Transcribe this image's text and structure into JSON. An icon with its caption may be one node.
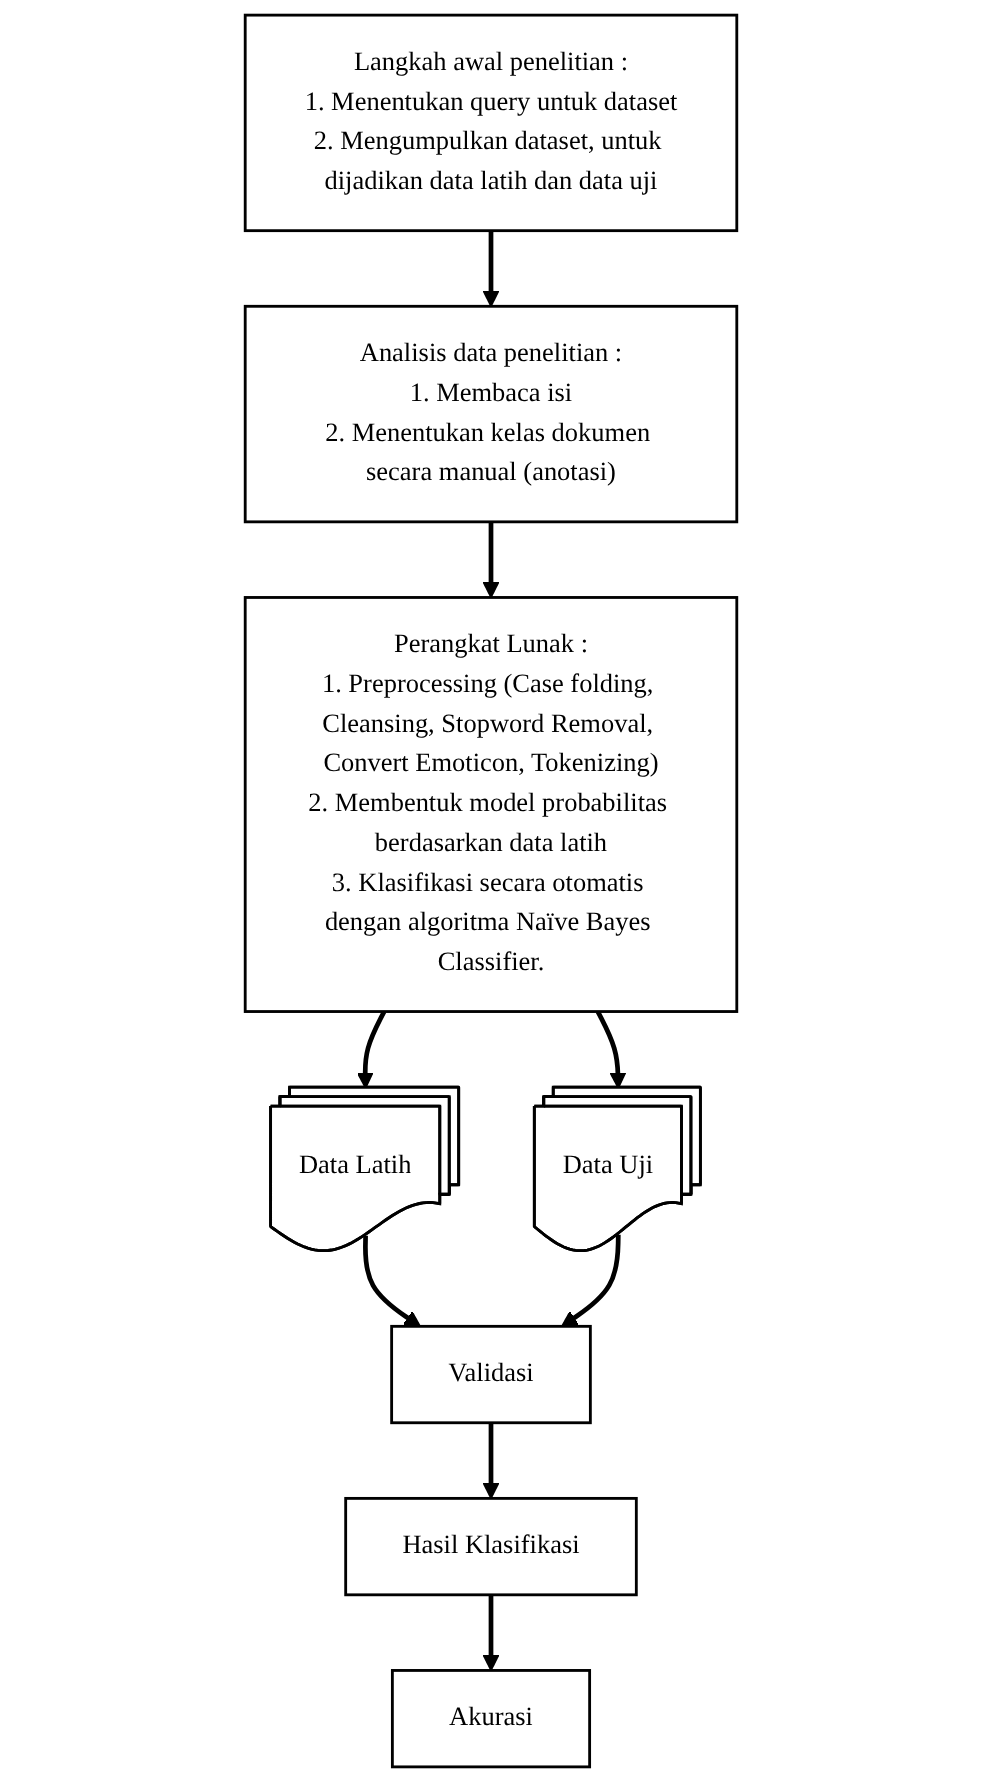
{
  "diagram": {
    "nodes": [
      {
        "text": [
          "Langkah awal penelitian :",
          "1. Menentukan query untuk dataset",
          "2. Mengumpulkan dataset, untuk dijadikan data latih dan data uji"
        ]
      },
      {
        "text": [
          "Analisis data penelitian :",
          "1. Membaca isi",
          "2. Menentukan kelas dokumen secara manual (anotasi)"
        ]
      },
      {
        "text": [
          "Perangkat Lunak :",
          "1. Preprocessing (Case folding, Cleansing, Stopword Removal, Convert Emoticon, Tokenizing)",
          "2. Membentuk model probabilitas berdasarkan data latih",
          "3. Klasifikasi secara otomatis dengan algoritma Naïve Bayes Classifier."
        ]
      },
      {
        "text": [
          "Data Latih"
        ]
      },
      {
        "text": [
          "Data Uji"
        ]
      },
      {
        "text": [
          "Validasi"
        ]
      },
      {
        "text": [
          "Hasil Klasifikasi"
        ]
      },
      {
        "text": [
          "Akurasi"
        ]
      }
    ],
    "edges": [
      {
        "from": 0,
        "to": 1,
        "arrow": "to"
      },
      {
        "from": 1,
        "to": 2,
        "arrow": "to"
      },
      {
        "from": 2,
        "to": 3,
        "arrow": "to"
      },
      {
        "from": 2,
        "to": 4,
        "arrow": "to"
      },
      {
        "from": 3,
        "to": 5,
        "arrow": "to"
      },
      {
        "from": 4,
        "to": 5,
        "arrow": "to"
      },
      {
        "from": 5,
        "to": 6,
        "arrow": "to"
      },
      {
        "from": 6,
        "to": 7,
        "arrow": "to"
      }
    ]
  }
}
